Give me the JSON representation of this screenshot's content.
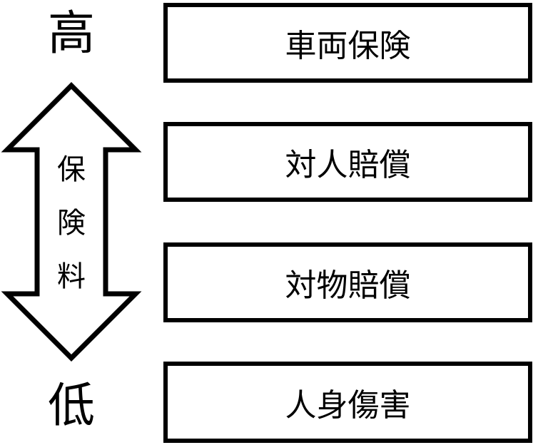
{
  "scale": {
    "high": "高",
    "low": "低"
  },
  "arrow": {
    "chars": [
      "保",
      "険",
      "料"
    ]
  },
  "coverages": [
    {
      "label": "車両保険"
    },
    {
      "label": "対人賠償"
    },
    {
      "label": "対物賠償"
    },
    {
      "label": "人身傷害"
    }
  ]
}
